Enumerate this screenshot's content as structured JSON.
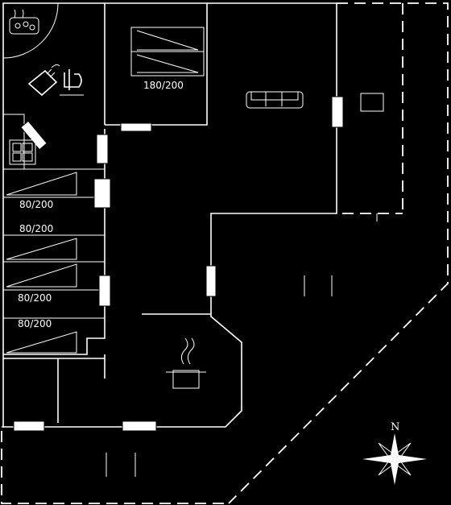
{
  "bed_labels": {
    "double_bed": "180/200",
    "bunk_1_top": "80/200",
    "bunk_1_bottom": "80/200",
    "bunk_2_top": "80/200",
    "bunk_2_bottom": "80/200"
  },
  "compass": {
    "north": "N"
  },
  "icons": [
    "hot-tub-icon",
    "shower-icon",
    "toilet-icon",
    "washing-machine-icon",
    "sofa-icon",
    "cooking-pot-icon",
    "compass-rose-icon"
  ],
  "colors": {
    "background": "#000000",
    "lines": "#ffffff"
  }
}
